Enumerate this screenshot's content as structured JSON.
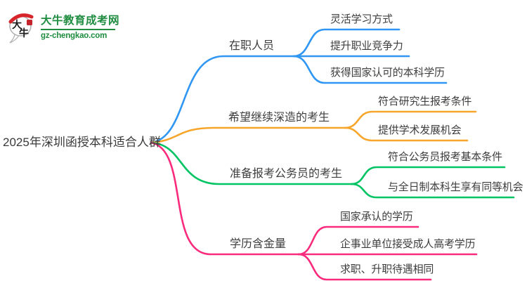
{
  "page": {
    "background": "#ffffff"
  },
  "logo": {
    "site_name": "大牛教育成考网",
    "site_domain": "gz-chengkao.com",
    "brand_color": "#1f8c40",
    "seal_color": "#c4242b",
    "icon_char_top": "大",
    "icon_char_bottom": "牛"
  },
  "mindmap": {
    "root": {
      "label": "2025年深圳函授本科适合人群",
      "color": "#3a3a3a"
    },
    "branches": [
      {
        "label": "在职人员",
        "color": "#2f97f3",
        "children": [
          "灵活学习方式",
          "提升职业竞争力",
          "获得国家认可的本科学历"
        ]
      },
      {
        "label": "希望继续深造的考生",
        "color": "#f7a62b",
        "children": [
          "符合研究生报考条件",
          "提供学术发展机会"
        ]
      },
      {
        "label": "准备报考公务员的考生",
        "color": "#00c463",
        "children": [
          "符合公务员报考基本条件",
          "与全日制本科生享有同等机会"
        ]
      },
      {
        "label": "学历含金量",
        "color": "#fa2b7c",
        "children": [
          "国家承认的学历",
          "企事业单位接受成人高考学历",
          "求职、升职待遇相同"
        ]
      }
    ]
  }
}
